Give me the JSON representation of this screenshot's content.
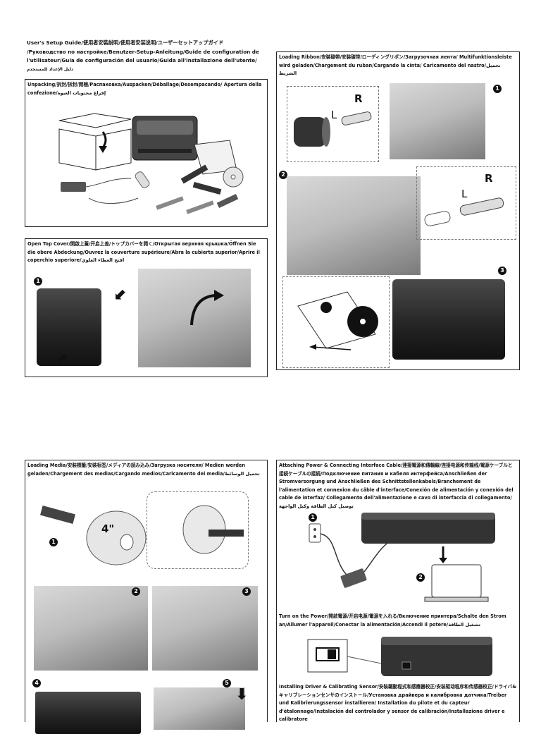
{
  "header": {
    "lines": [
      "User's Setup Guide/使用者安裝說明/使用者安装说明/ユーザーセットアップガイド",
      "/Руководство по настройке/Benutzer-Setup-Anleitung/Guide de configuration de",
      "l'utilisateur/Guía de configuración del usuario/Guida all'installazione dell'utente/",
      "دليل الإعداد للمستخدم"
    ]
  },
  "panels": {
    "unpacking": {
      "title": "Unpacking/拆封/拆封/開梱/Распаковка/Auspacken/Déballage/Desempacando/ Apertura della confezione/إفراغ محتويات العبوة"
    },
    "open_cover": {
      "title": "Open Top Cover/開啟上蓋/开启上盖/トップカバーを開く/Открытая верхняя крышка/Öffnen Sie die obere Abdeckung/Ouvrez la couverture supérieure/Abra la cubierta superior/Aprire il coperchio superiore/افتح الغطاء العلوي"
    },
    "loading_ribbon": {
      "title": "Loading Ribbon/安裝碳帶/安装碳带/ローディングリボン/Загрузочная лента/ Multifunktionsleiste wird geladen/Chargement du ruban/Cargando la cinta/ Caricamento del nastro/تحميل الشريط",
      "label_l": "L",
      "label_r": "R"
    },
    "loading_media": {
      "title": "Loading Media/安裝標籤/安裝标签/メディアの読み込み/Загрузка носителя/ Medien werden geladen/Chargement des medias/Cargando medios/Caricamento dei media/تحميل الوسائط",
      "roll_size": "4\""
    },
    "power": {
      "title": "Attaching Power & Connecting Interface Cable/連接電源和傳輸線/连接电源和传输线/電源ケーブルと接続ケーブルの接続/Подключение питания и кабеля интерфейса/Anschließen der Stromversorgung und Anschließen des Schnittstellenkabels/Branchement de l'alimentation et connexion du câble d'interface/Conexión de alimentación y conexión del cable de interfaz/ Collegamento dell'alimentazione e cavo di interfaccia di collegamento/ توصيل كبل الطاقة وكبل الواجهة",
      "turn_on": "Turn on the Power/開啟電源/开启电源/電源を入れる/Включение принтера/Schalte den Strom an/Allumer l'appareil/Conectar la alimentación/Accendi il potere/تشغيل الطاقة",
      "driver": "Installing Driver & Calibrating Sensor/安裝驅動程式和感應器校正/安装驱动程序和传感器校正/ドライバ&キャリブレーションセンサのインストール/Установка драйвера и калибровка датчика/Treiber und Kalibrierungssensor installieren/ Installation du pilote et du capteur d'étalonnage/Instalación del controlador y sensor de calibración/Installazione driver e calibratore"
    }
  },
  "steps": [
    "1",
    "2",
    "3",
    "4",
    "5"
  ]
}
